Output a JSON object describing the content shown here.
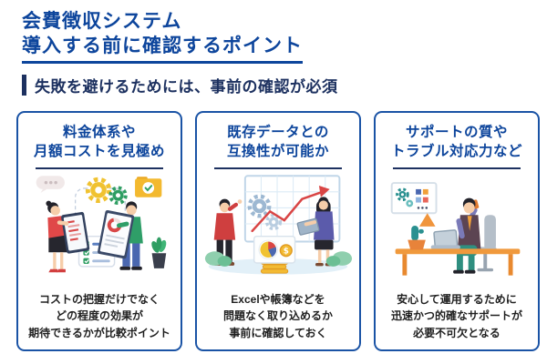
{
  "colors": {
    "title-blue": "#0d459c",
    "navy": "#1d3160",
    "card-border": "#1a53a5",
    "body-text": "#1f1f1f",
    "page-bg": "#ffffff"
  },
  "header": {
    "title_line1": "会費徴収システム",
    "title_line2": "導入する前に確認するポイント",
    "subtitle": "失敗を避けるためには、事前の確認が必須"
  },
  "cards": [
    {
      "title_line1": "料金体系や",
      "title_line2": "月額コストを見極め",
      "body_line1": "コストの把握だけでなく",
      "body_line2": "どの程度の効果が",
      "body_line3": "期待できるかが比較ポイント",
      "illustration": "people-comparing-cost-documents"
    },
    {
      "title_line1": "既存データとの",
      "title_line2": "互換性が可能か",
      "body_line1": "Excelや帳簿などを",
      "body_line2": "問題なく取り込めるか",
      "body_line3": "事前に確認しておく",
      "illustration": "data-chart-compatibility"
    },
    {
      "title_line1": "サポートの質や",
      "title_line2": "トラブル対応力など",
      "body_line1": "安心して運用するために",
      "body_line2": "迅速かつ的確なサポートが",
      "body_line3": "必要不可欠となる",
      "illustration": "support-phone-desk"
    }
  ]
}
